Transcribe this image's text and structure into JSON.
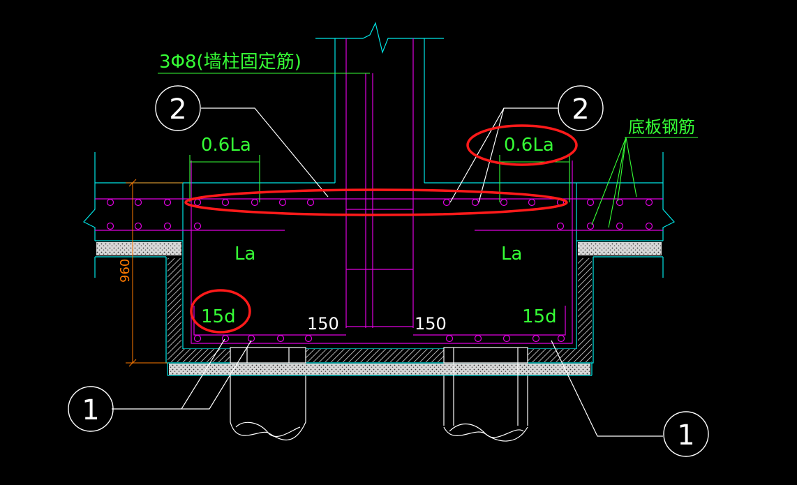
{
  "labels": {
    "wall_column_rebar": "3Φ8(墙柱固定筋)",
    "bottom_slab_rebar": "底板钢筋",
    "dim_06la_left": "0.6La",
    "dim_06la_right": "0.6La",
    "la_left": "La",
    "la_right": "La",
    "hook_15d_left": "15d",
    "hook_15d_right": "15d",
    "dim_150_left": "150",
    "dim_150_right": "150",
    "dim_960": "960"
  },
  "callouts": {
    "rebar_2_left": "2",
    "rebar_2_right": "2",
    "rebar_1_left": "1",
    "rebar_1_right": "1"
  },
  "colors": {
    "background": "#000000",
    "concrete_outline": "#00e5e5",
    "rebar": "#e000e0",
    "text_green": "#36ff36",
    "leader": "#ffffff",
    "highlight": "#ff1a1a",
    "dimension": "#ff7a00"
  }
}
